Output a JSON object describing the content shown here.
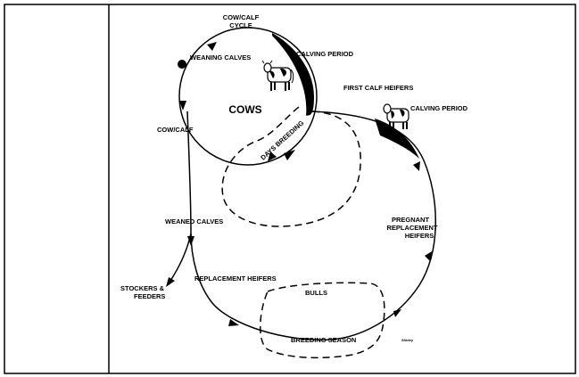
{
  "labels": {
    "cow_calf_cycle_line1": "COW/CALF",
    "cow_calf_cycle_line2": "CYCLE",
    "weaning_calves": "WEANING CALVES",
    "calving_period_1": "CALVING PERIOD",
    "cows": "COWS",
    "first_calf_heifers": "FIRST CALF HEIFERS",
    "calving_period_2": "CALVING PERIOD",
    "cow_calf": "COW/CALF",
    "days_breeding": "DAYS BREEDING",
    "weaned_calves": "WEANED CALVES",
    "pregnant_line1": "PREGNANT",
    "pregnant_line2": "REPLACEMENT",
    "pregnant_line3": "HEIFERS",
    "stockers_line1": "STOCKERS &",
    "stockers_line2": "FEEDERS",
    "replacement_heifers": "REPLACEMENT HEIFERS",
    "bulls": "BULLS",
    "breeding_season": "BREEDING SEASON",
    "signature": "Shidey"
  },
  "colors": {
    "ink": "#000000",
    "background": "#ffffff"
  },
  "icons": {
    "cow_1": "cow-icon",
    "cow_2": "cow-icon"
  }
}
